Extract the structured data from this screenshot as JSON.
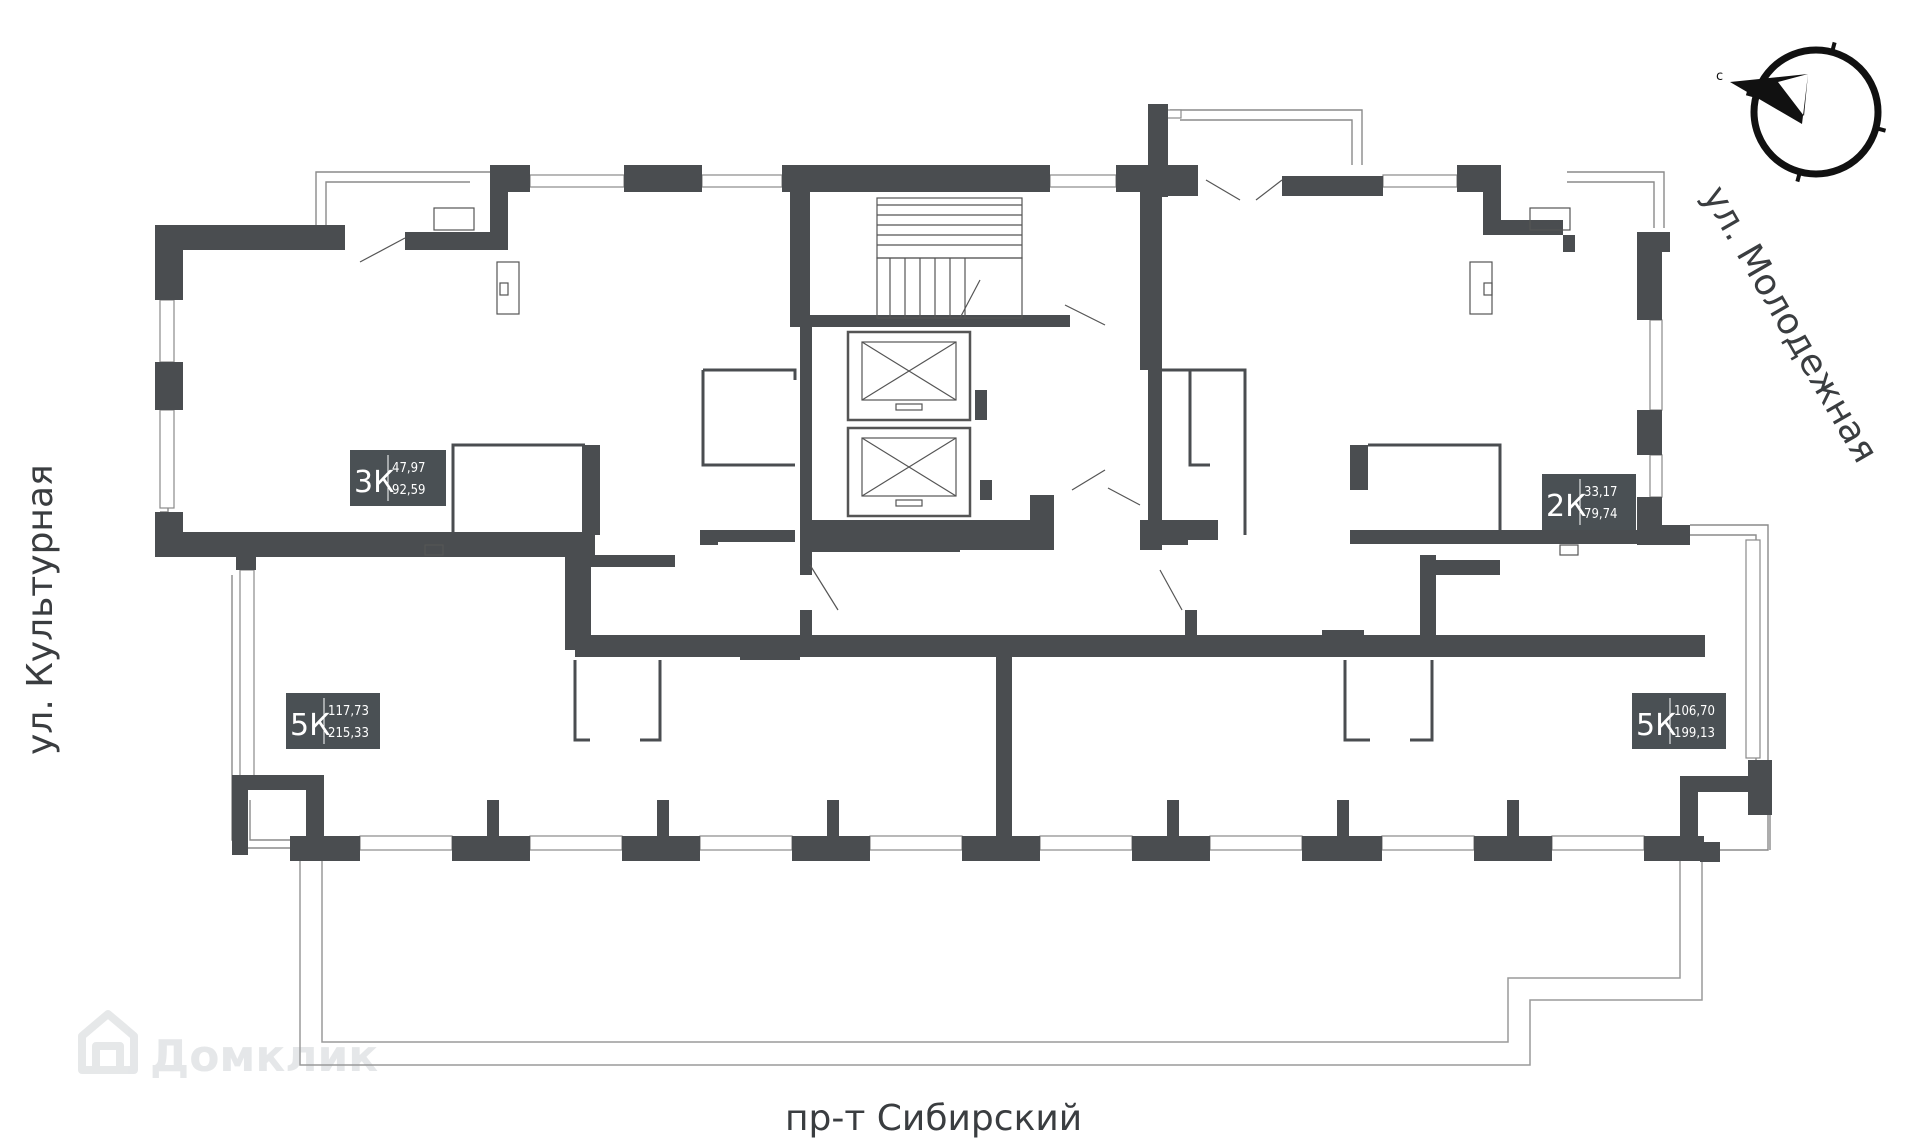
{
  "streets": {
    "north_west": "ул. Культурная",
    "north_east": "ул. Молодежная",
    "south": "пр-т Сибирский"
  },
  "compass": {
    "label": "с"
  },
  "apartments": [
    {
      "rooms": "3К",
      "living_area": "47,97",
      "total_area": "92,59"
    },
    {
      "rooms": "2К",
      "living_area": "33,17",
      "total_area": "79,74"
    },
    {
      "rooms": "5К",
      "living_area": "117,73",
      "total_area": "215,33"
    },
    {
      "rooms": "5К",
      "living_area": "106,70",
      "total_area": "199,13"
    }
  ],
  "watermark": {
    "text": "Домклик",
    "icon": "house-logo-icon"
  },
  "colors": {
    "wall": "#4a4d50",
    "tag": "#4a5054",
    "line": "#555555",
    "street_text": "#3a3d40"
  }
}
